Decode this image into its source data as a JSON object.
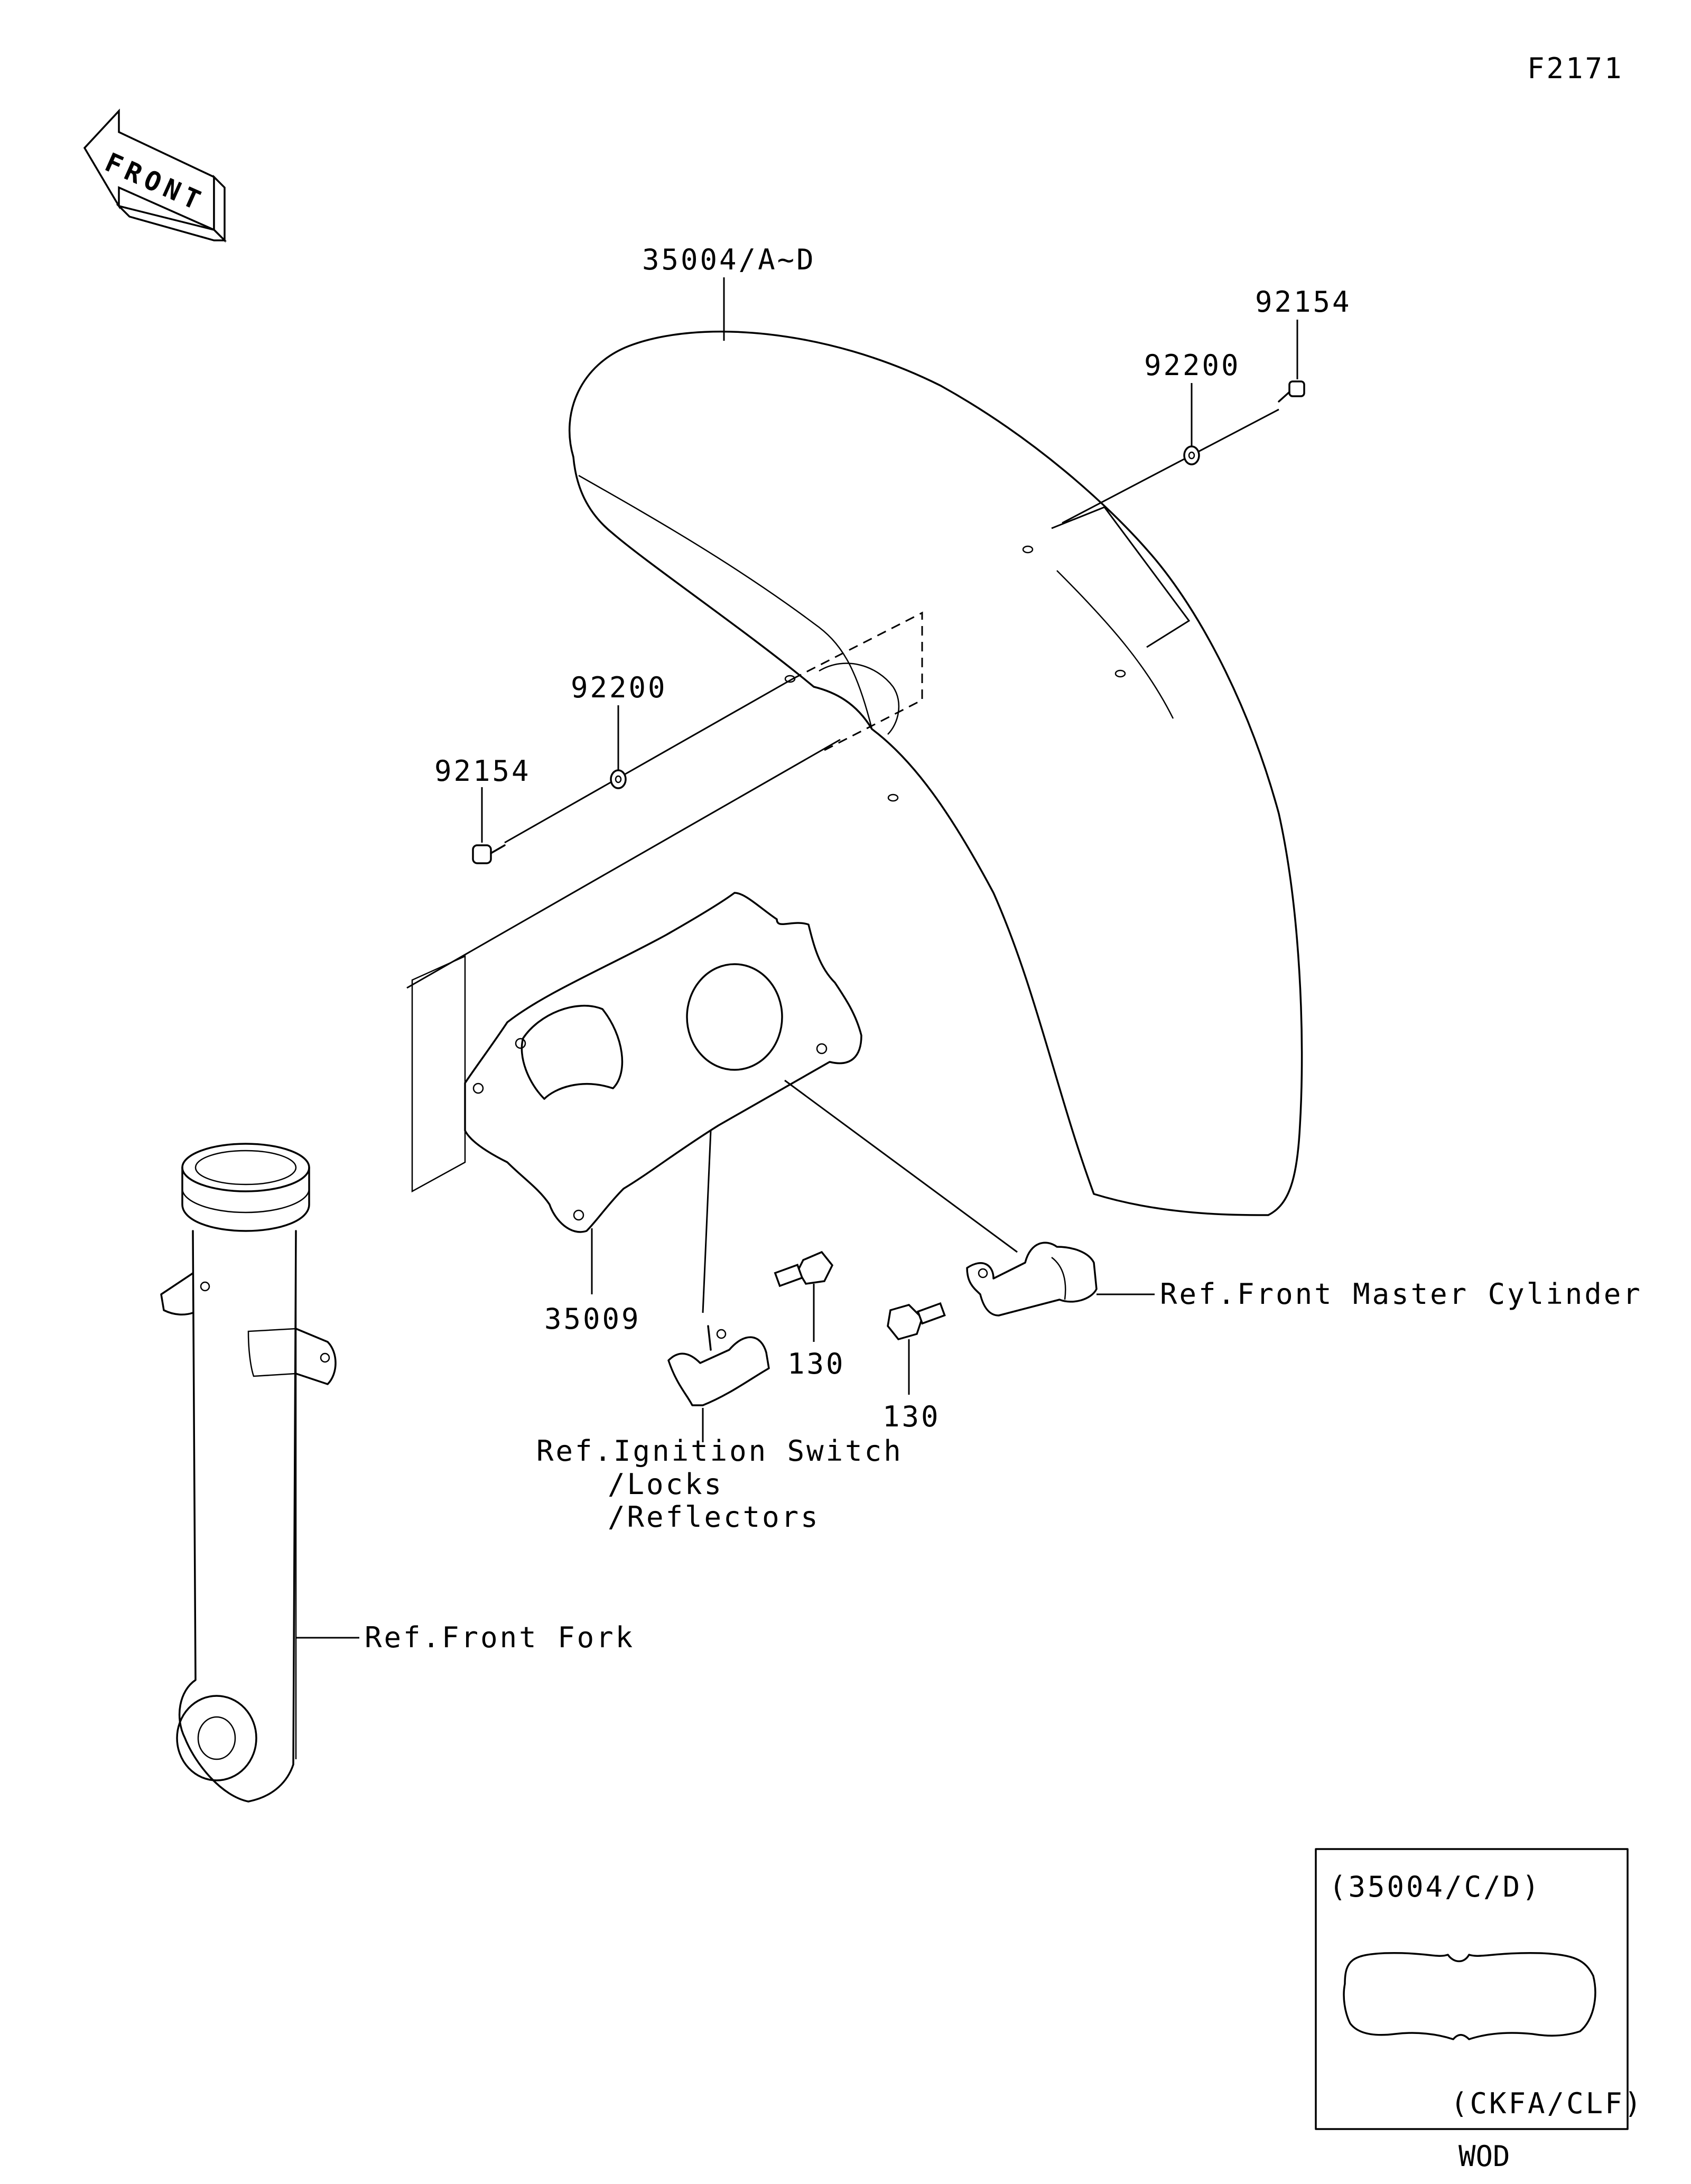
{
  "diagram_id": "F2171",
  "front_label": "FRONT",
  "callouts": {
    "fender": "35004/A~D",
    "bolt_right": "92154",
    "washer_right": "92200",
    "washer_left": "92200",
    "bolt_left": "92154",
    "bracket": "35009",
    "bolt_a": "130",
    "bolt_b": "130"
  },
  "references": {
    "front_master_cylinder": "Ref.Front Master Cylinder",
    "ignition_switch_line1": "Ref.Ignition Switch",
    "ignition_switch_line2": "/Locks",
    "ignition_switch_line3": "/Reflectors",
    "front_fork": "Ref.Front Fork"
  },
  "inset": {
    "title": "(35004/C/D)",
    "variant": "(CKFA/CLF)",
    "caption": "WOD"
  }
}
